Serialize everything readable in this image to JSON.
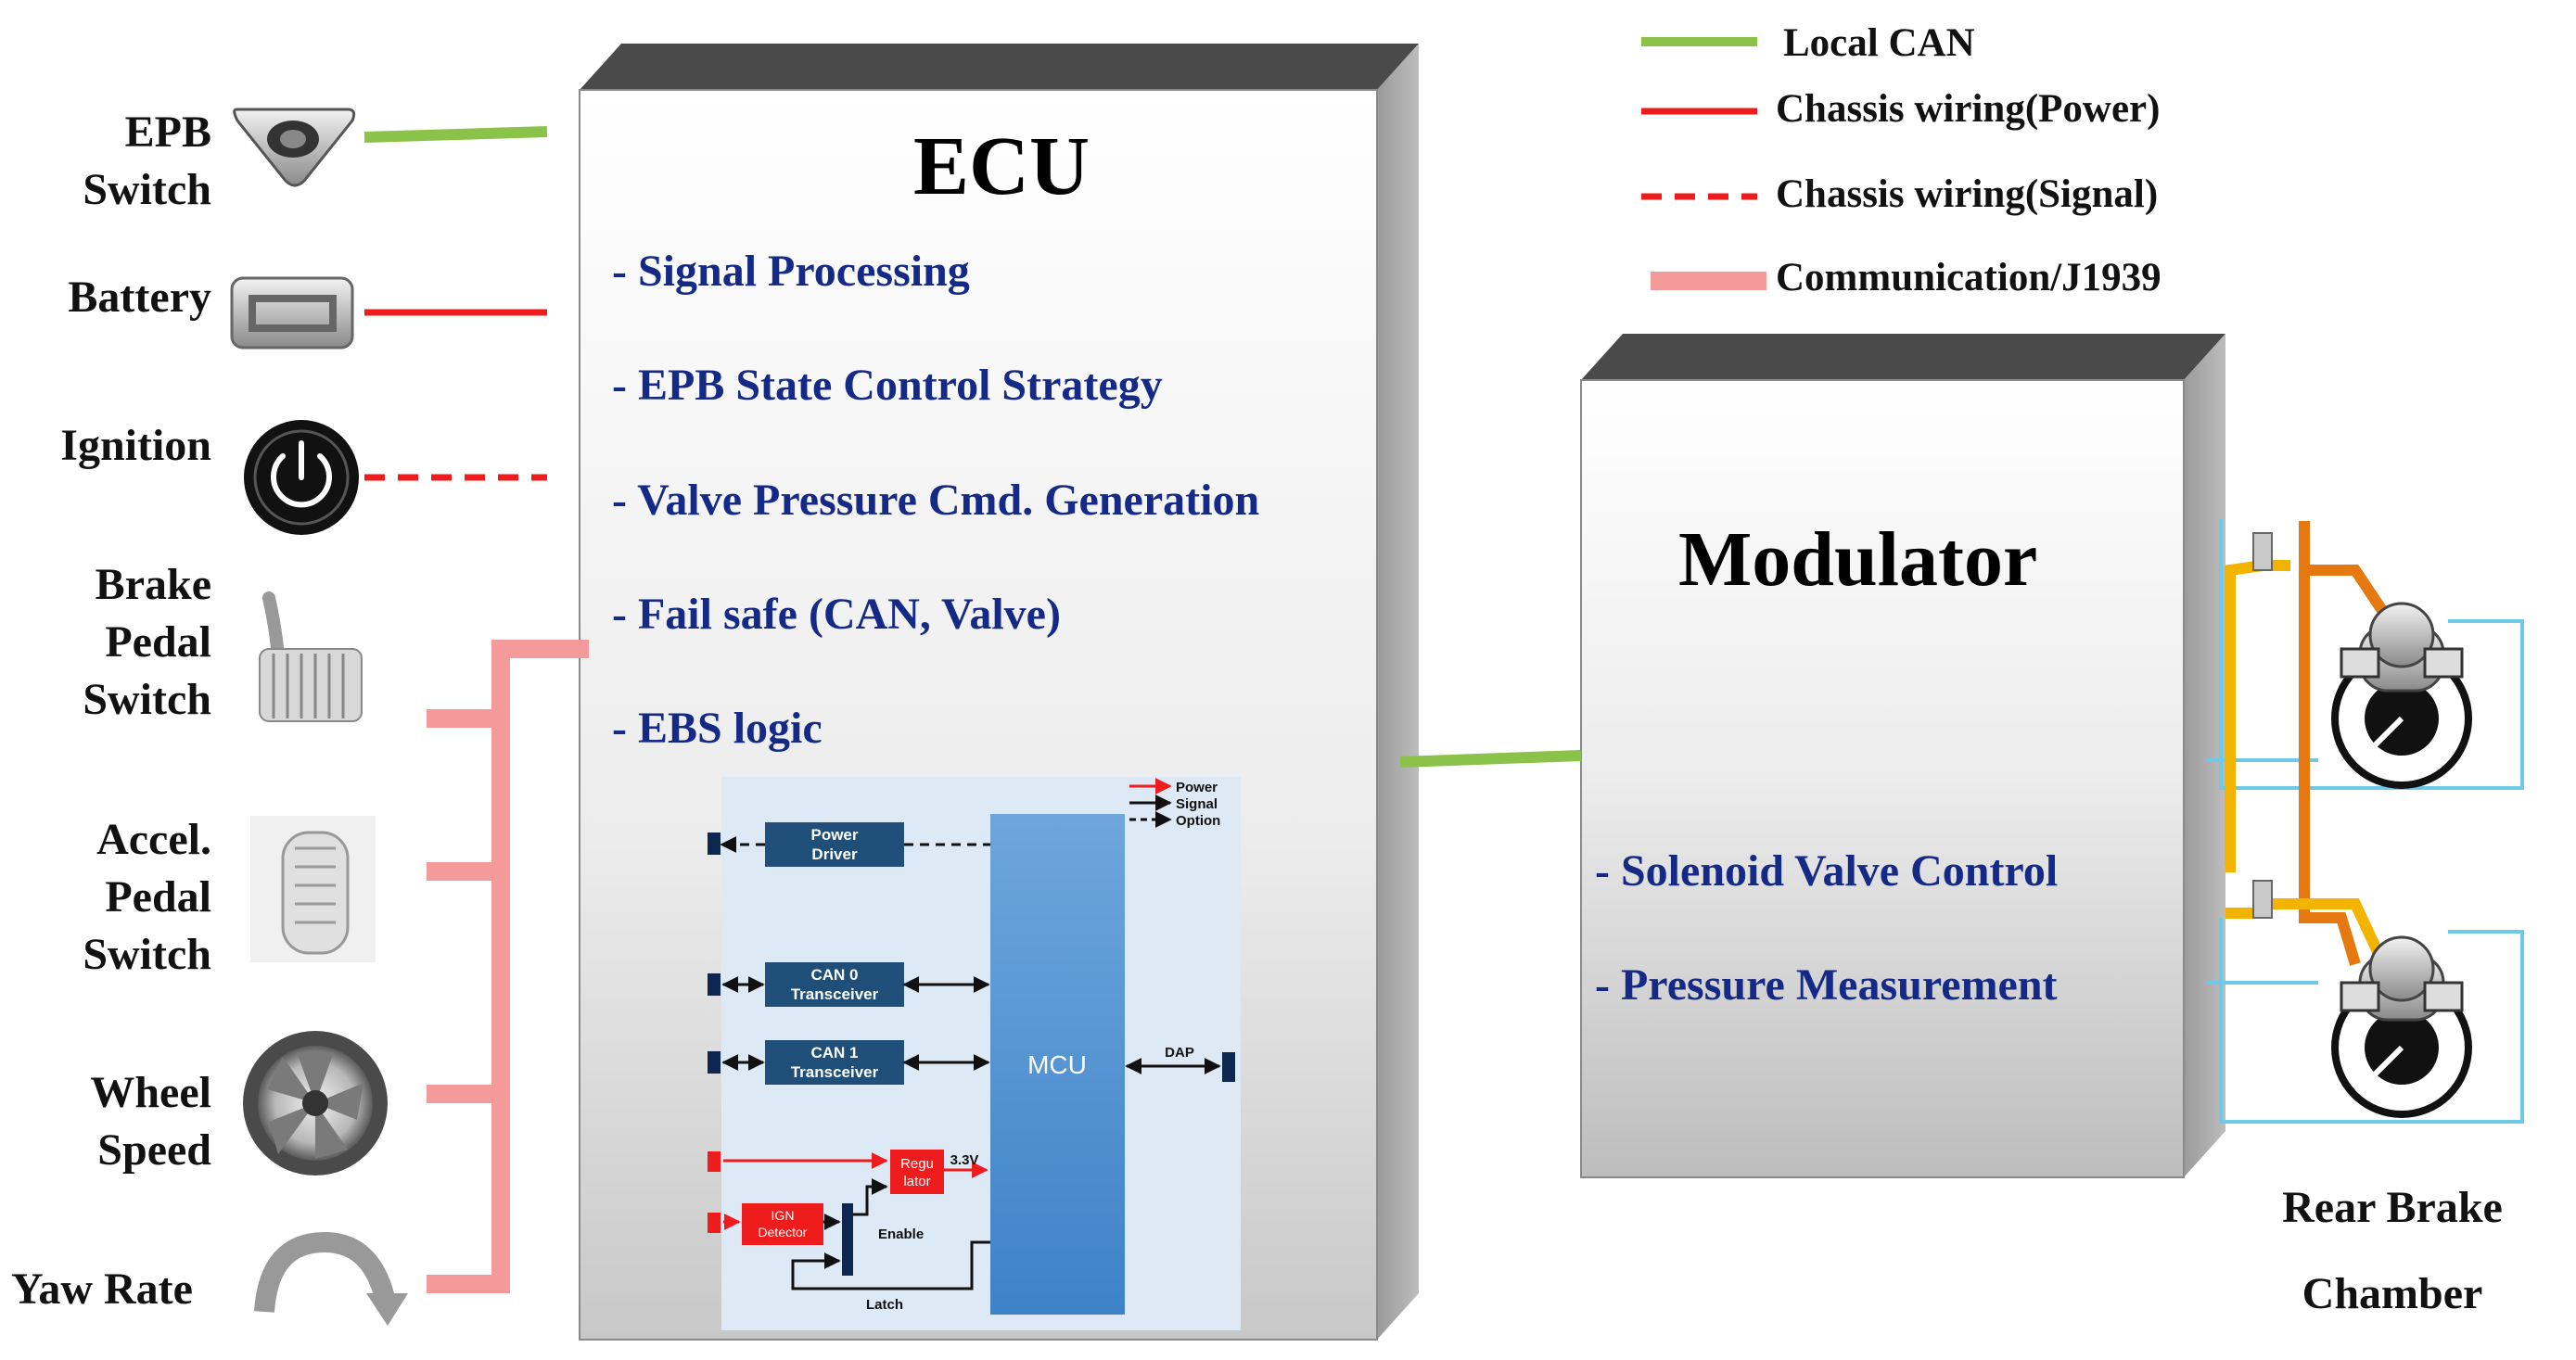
{
  "legend": {
    "local_can": "Local CAN",
    "chassis_power": "Chassis wiring(Power)",
    "chassis_signal": "Chassis wiring(Signal)",
    "communication": "Communication/J1939"
  },
  "inputs": {
    "epb_switch": [
      "EPB",
      "Switch"
    ],
    "battery": "Battery",
    "ignition": "Ignition",
    "brake_pedal": [
      "Brake",
      "Pedal",
      "Switch"
    ],
    "accel_pedal": [
      "Accel.",
      "Pedal",
      "Switch"
    ],
    "wheel_speed": [
      "Wheel",
      "Speed"
    ],
    "yaw_rate": "Yaw Rate"
  },
  "ecu": {
    "title": "ECU",
    "functions": [
      "- Signal Processing",
      "- EPB State Control Strategy",
      "- Valve Pressure Cmd. Generation",
      "- Fail safe (CAN, Valve)",
      "- EBS logic"
    ],
    "block_diagram": {
      "legend": [
        "Power",
        "Signal",
        "Option"
      ],
      "power_driver": [
        "Power",
        "Driver"
      ],
      "can0": [
        "CAN 0",
        "Transceiver"
      ],
      "can1": [
        "CAN 1",
        "Transceiver"
      ],
      "mcu": "MCU",
      "dap": "DAP",
      "regulator": [
        "Regu",
        "lator"
      ],
      "voltage": "3.3V",
      "ign_detector": [
        "IGN",
        "Detector"
      ],
      "enable": "Enable",
      "latch": "Latch"
    }
  },
  "modulator": {
    "title": "Modulator",
    "functions": [
      "- Solenoid Valve Control",
      "- Pressure Measurement"
    ]
  },
  "rear_brake": [
    "Rear Brake",
    "Chamber"
  ],
  "colors": {
    "local_can": "#8bc34a",
    "chassis_power": "#ee1c1c",
    "communication": "#f59a9a",
    "bullet_text": "#142a86",
    "block_blue": "#1f4e79"
  }
}
